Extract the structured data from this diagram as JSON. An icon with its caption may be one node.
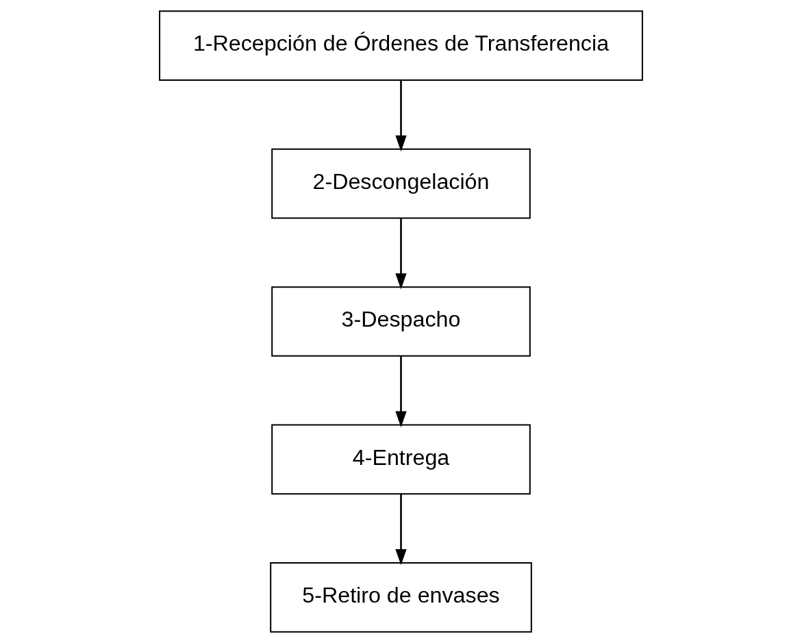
{
  "diagram": {
    "nodes": [
      {
        "text": [
          "1-Recepción de Órdenes de Transferencia"
        ]
      },
      {
        "text": [
          "2-Descongelación"
        ]
      },
      {
        "text": [
          "3-Despacho"
        ]
      },
      {
        "text": [
          "4-Entrega"
        ]
      },
      {
        "text": [
          "5-Retiro de envases"
        ]
      }
    ],
    "edges": [
      {
        "from": 0,
        "to": 1,
        "arrow": "to"
      },
      {
        "from": 1,
        "to": 2,
        "arrow": "to"
      },
      {
        "from": 2,
        "to": 3,
        "arrow": "to"
      },
      {
        "from": 3,
        "to": 4,
        "arrow": "to"
      }
    ]
  }
}
